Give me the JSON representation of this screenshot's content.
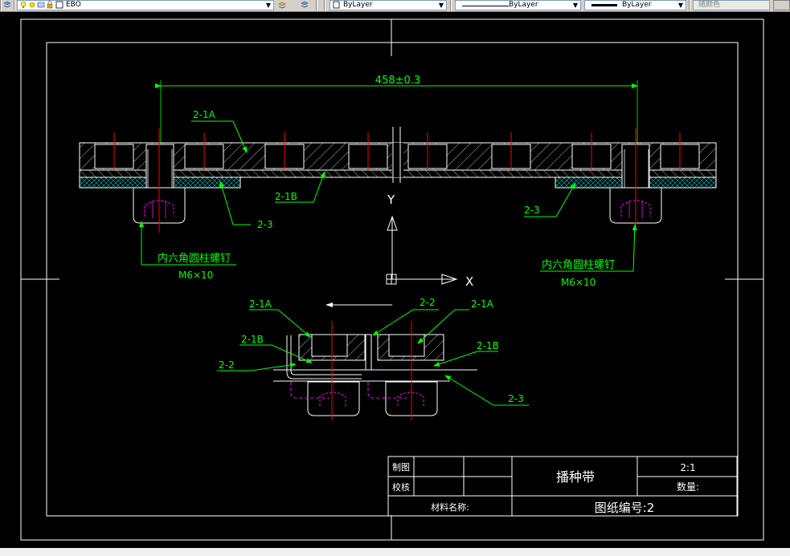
{
  "toolbar": {
    "layer_name": "EBO",
    "color_value": "ByLayer",
    "linetype_value": "ByLayer",
    "lineweight_value": "ByLayer",
    "plotstyle_value": "随颜色"
  },
  "drawing": {
    "overall_dimension": "458±0.3",
    "labels_top": {
      "part_2_1A": "2-1A",
      "part_2_1B": "2-1B",
      "part_2_3_left": "2-3",
      "part_2_3_right": "2-3"
    },
    "screw_callout_left": {
      "name": "内六角圆柱螺钉",
      "spec": "M6×10"
    },
    "screw_callout_right": {
      "name": "内六角圆柱螺钉",
      "spec": "M6×10"
    },
    "ucs": {
      "y_label": "Y",
      "x_label": "X"
    },
    "labels_bottom": {
      "part_2_1A_left": "2-1A",
      "part_2_2_top": "2-2",
      "part_2_1A_right": "2-1A",
      "part_2_1B_left": "2-1B",
      "part_2_1B_right": "2-1B",
      "part_2_2_left": "2-2",
      "part_2_3": "2-3"
    }
  },
  "title_block": {
    "drawn_by_label": "制图",
    "checked_by_label": "校核",
    "part_title": "播种带",
    "scale": "2:1",
    "quantity_label": "数量:",
    "material_label": "材料名称:",
    "drawing_number": "图纸编号:2"
  },
  "colors": {
    "background": "#000000",
    "frame": "#ffffff",
    "annotation": "#00ff00",
    "centerline": "#ff0000",
    "hidden_line": "#ff00ff",
    "hatch": "#ffffff",
    "mesh_hatch": "#00c8c8",
    "toolbar_bg": "#d4d0c8"
  }
}
